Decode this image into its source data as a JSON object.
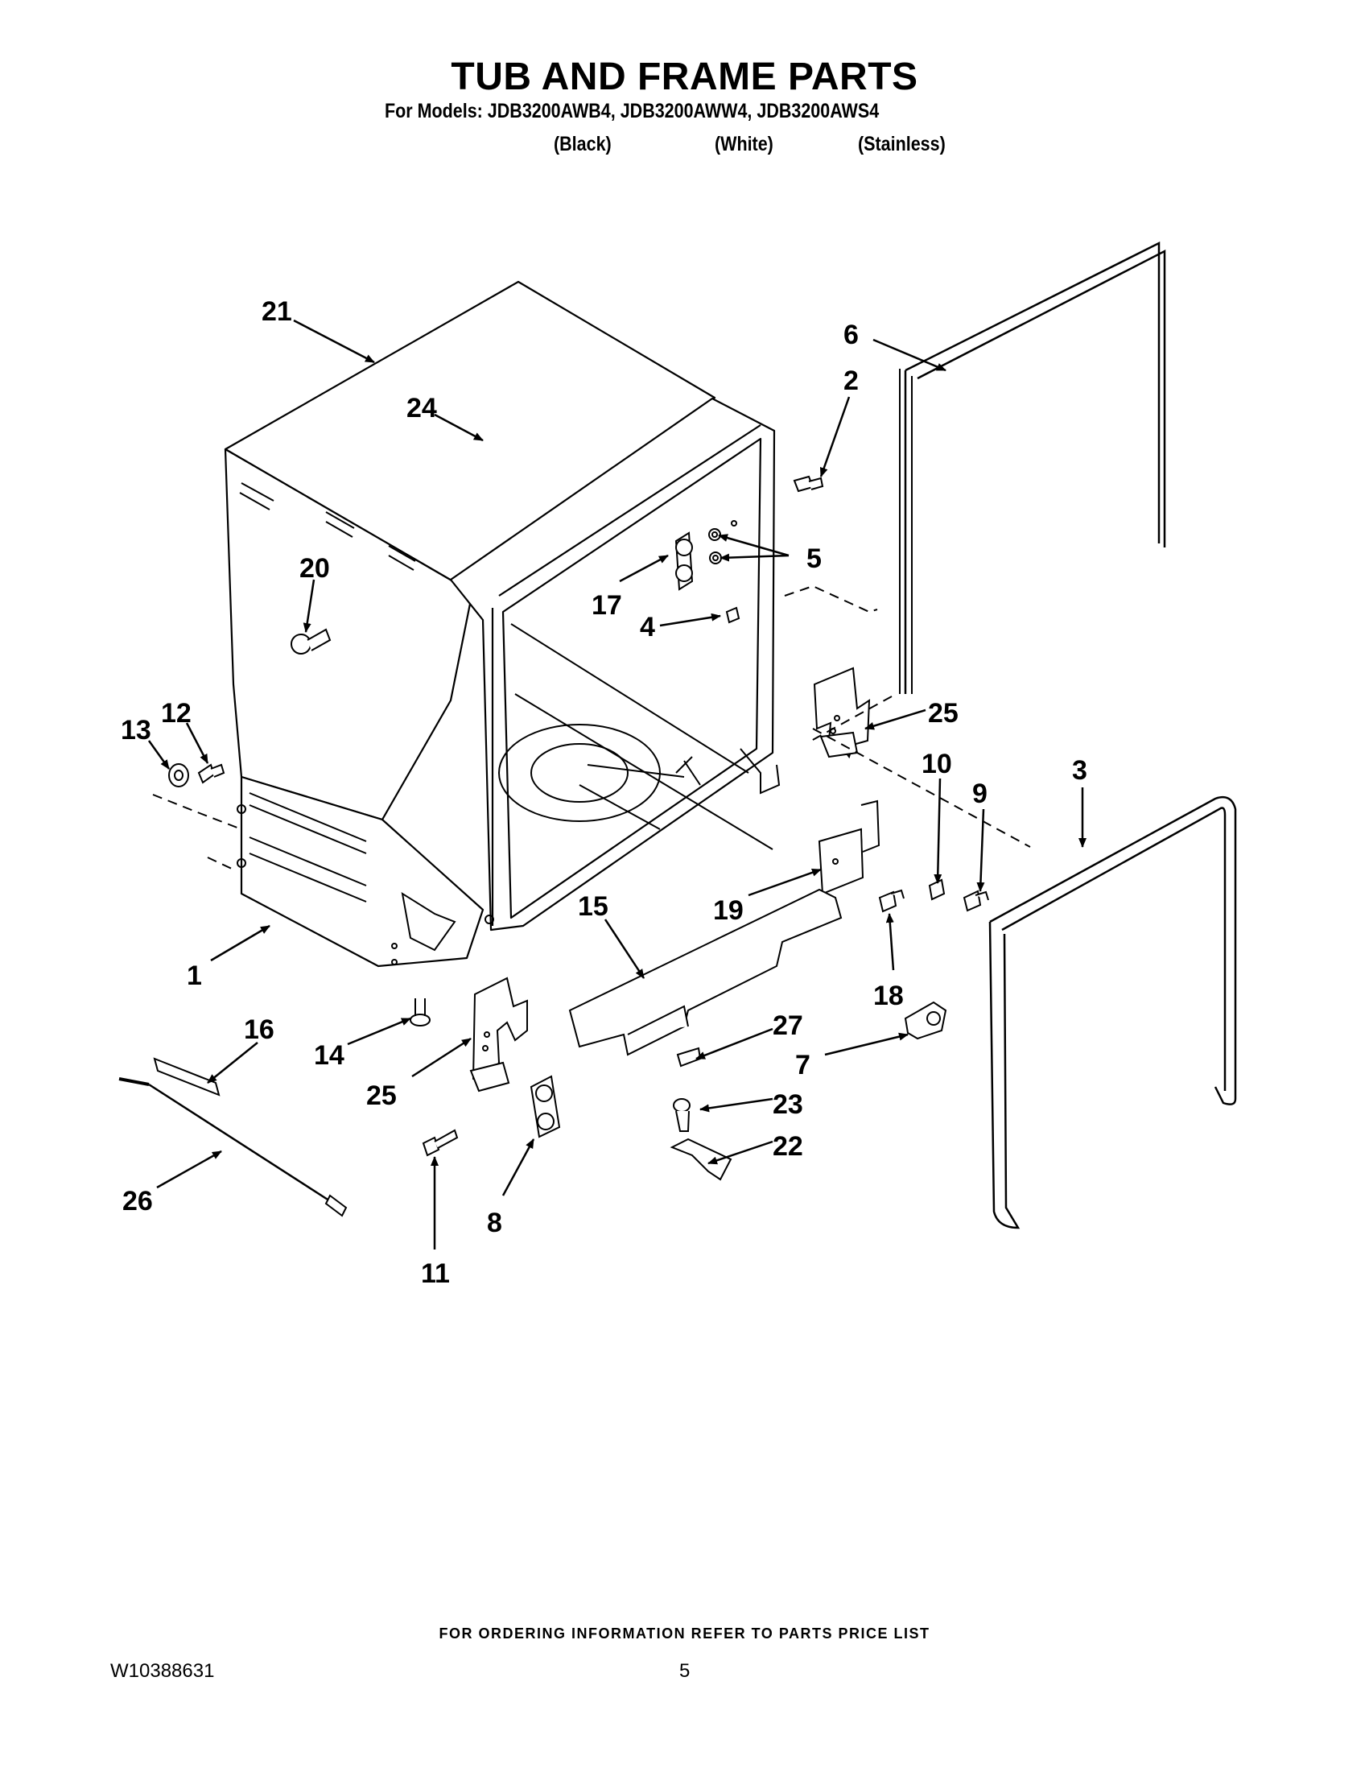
{
  "header": {
    "title": "TUB AND FRAME PARTS",
    "models_line": "For Models: JDB3200AWB4, JDB3200AWW4, JDB3200AWS4",
    "variants": [
      "(Black)",
      "(White)",
      "(Stainless)"
    ]
  },
  "callouts": [
    "21",
    "24",
    "6",
    "2",
    "5",
    "17",
    "4",
    "20",
    "12",
    "13",
    "25",
    "10",
    "9",
    "3",
    "15",
    "19",
    "18",
    "1",
    "16",
    "14",
    "25",
    "27",
    "7",
    "23",
    "22",
    "26",
    "11",
    "8"
  ],
  "footer": {
    "note": "FOR ORDERING INFORMATION REFER TO PARTS PRICE LIST",
    "document_number": "W10388631",
    "page_number": "5"
  }
}
